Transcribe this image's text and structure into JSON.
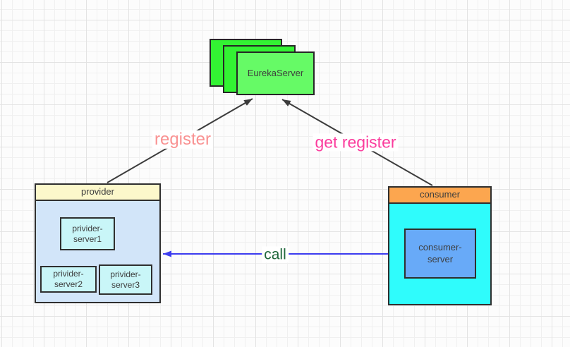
{
  "colors": {
    "shape_border": "#2f2f2f",
    "shape_text": "#3d3d3d",
    "edge_dark": "#3c3c3c",
    "edge_call": "#3c3cf0",
    "label_register": "#f99292",
    "label_get_register": "#fb3c9d",
    "label_call": "#20683c",
    "eureka_back": "#33f333",
    "eureka_front": "#66fa66",
    "provider_header_bg": "#fcf8cb",
    "provider_body_bg": "#d2e5f9",
    "provider_server_bg": "#c9f6f8",
    "consumer_header_bg": "#fca64f",
    "consumer_body_bg": "#2ffcfc",
    "consumer_server_bg": "#68aaf8"
  },
  "nodes": {
    "eureka": {
      "label": "EurekaServer"
    },
    "provider": {
      "title": "provider",
      "servers": [
        {
          "label": "privider-server1"
        },
        {
          "label": "privider-server2"
        },
        {
          "label": "privider-server3"
        }
      ]
    },
    "consumer": {
      "title": "consumer",
      "server": {
        "label": "consumer-server"
      }
    }
  },
  "edges": {
    "register": {
      "label": "register"
    },
    "get_register": {
      "label": "get register"
    },
    "call": {
      "label": "call"
    }
  }
}
